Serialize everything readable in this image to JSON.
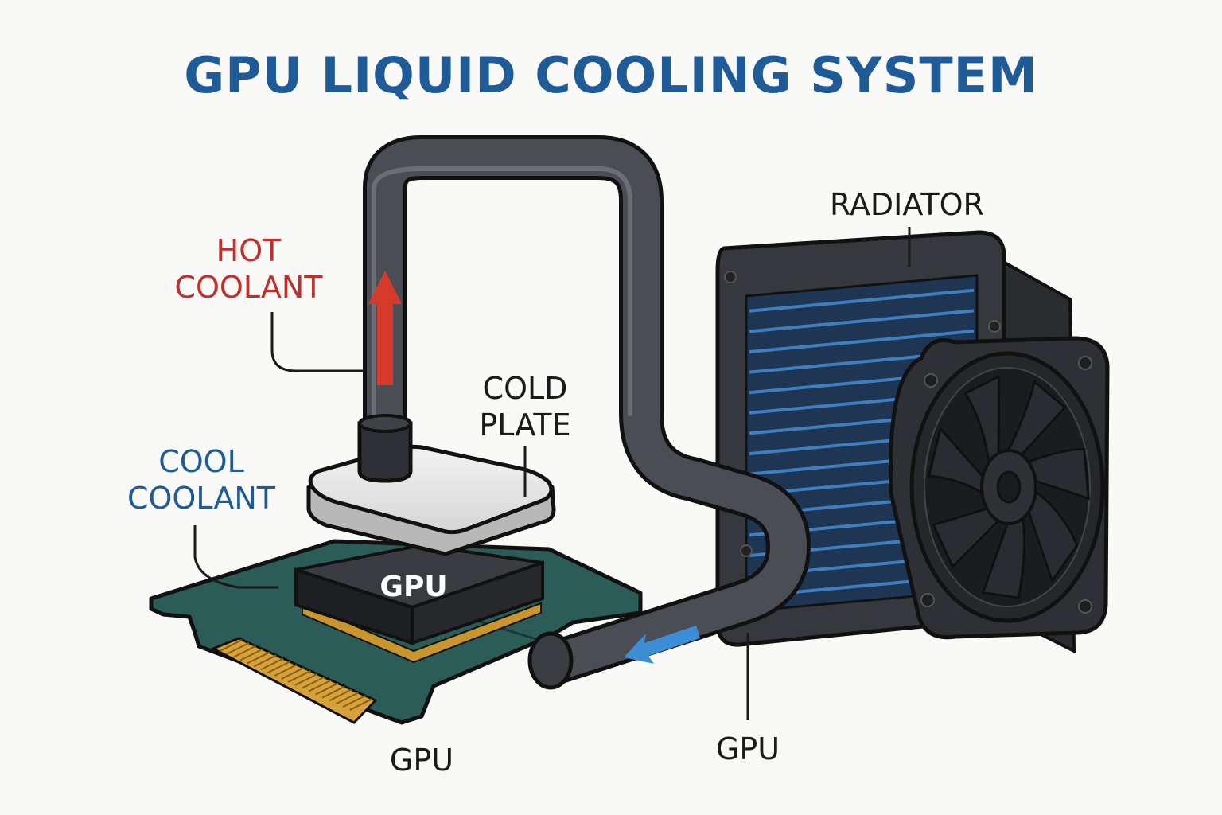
{
  "title": "GPU LIQUID COOLING SYSTEM",
  "labels": {
    "hot_coolant": [
      "HOT",
      "COOLANT"
    ],
    "cool_coolant": [
      "COOL",
      "COOLANT"
    ],
    "cold_plate": [
      "COLD",
      "PLATE"
    ],
    "radiator": "RADIATOR",
    "gpu_chip": "GPU",
    "gpu_card": "GPU",
    "gpu_tube": "GPU"
  },
  "colors": {
    "title": "#1f5b96",
    "hot": "#c0302a",
    "cool": "#1f5b96",
    "text": "#1a1a1a",
    "pcb": "#2c5c58",
    "tube": "#4a4e54",
    "radiator_fin": "#3f7fc0",
    "hot_arrow": "#d63a2a",
    "cool_arrow": "#3b8ed6"
  },
  "icons": [
    "fan-icon",
    "up-arrow-icon",
    "left-arrow-icon"
  ]
}
